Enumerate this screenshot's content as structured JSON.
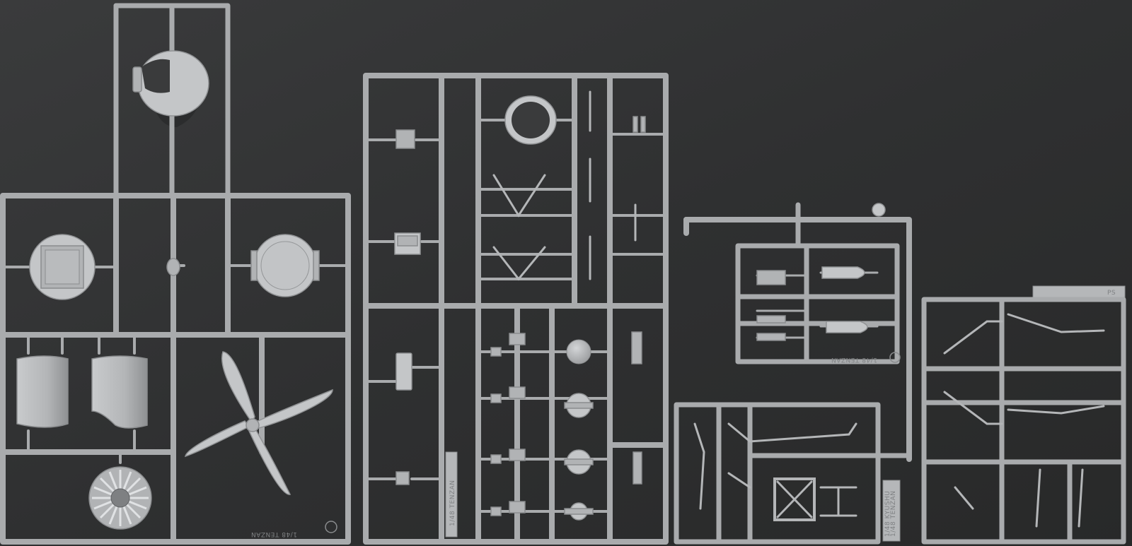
{
  "photo": {
    "background_color": "#2f3031",
    "sprue_color": "#a9abad",
    "part_color": "#b1b3b5"
  },
  "sprues": [
    {
      "id": "sprue-tree-1",
      "mold_text": "1/48 TENZAN"
    },
    {
      "id": "sprue-tree-2",
      "mold_text": "1/48 TENZAN"
    },
    {
      "id": "sprue-tree-3",
      "mold_text": "1/48 TENZAN"
    },
    {
      "id": "sprue-tree-4",
      "mold_text": "1/48 TENZAN"
    },
    {
      "id": "sprue-tree-5",
      "mold_text": "1/48 KYUSHU"
    },
    {
      "id": "sprue-tree-6",
      "mold_text": "PS"
    }
  ]
}
